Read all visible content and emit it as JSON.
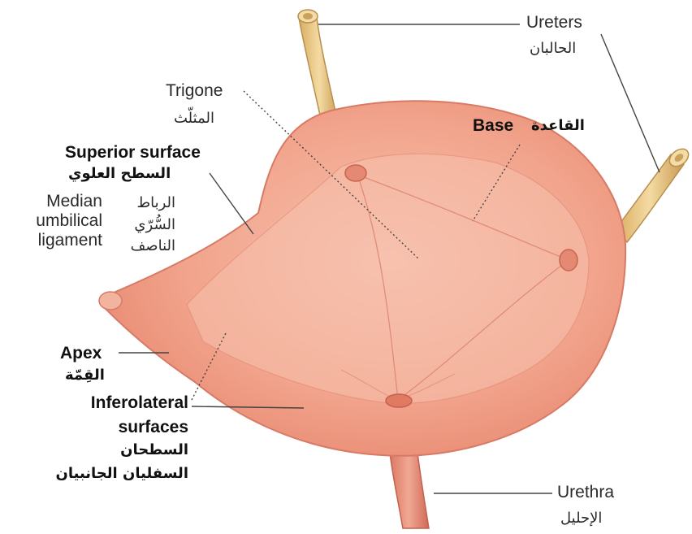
{
  "labels": {
    "ureters": {
      "en": "Ureters",
      "ar": "الحالبان"
    },
    "trigone": {
      "en": "Trigone",
      "ar": "المثلّث"
    },
    "base": {
      "en": "Base",
      "ar": "القاعدة"
    },
    "superior_surface": {
      "en": "Superior surface",
      "ar": "السطح العلوي"
    },
    "median_umbilical_ligament": {
      "en": [
        "Median",
        "umbilical",
        "ligament"
      ],
      "ar": [
        "الرباط",
        "السُّرّي",
        "الناصف"
      ]
    },
    "apex": {
      "en": "Apex",
      "ar": "القِمّة"
    },
    "inferolateral_surfaces": {
      "en": [
        "Inferolateral",
        "surfaces"
      ],
      "ar": [
        "السطحان",
        "السفليان الجانبيان"
      ]
    },
    "urethra": {
      "en": "Urethra",
      "ar": "الإحليل"
    }
  },
  "colors": {
    "bladder_fill": "#f2a48c",
    "bladder_light": "#f7c1ad",
    "bladder_edge": "#d77a66",
    "tube_fill": "#e9c98a",
    "tube_edge": "#b98f4a",
    "urethra_fill": "#e8917c",
    "leader_line": "#444444"
  }
}
